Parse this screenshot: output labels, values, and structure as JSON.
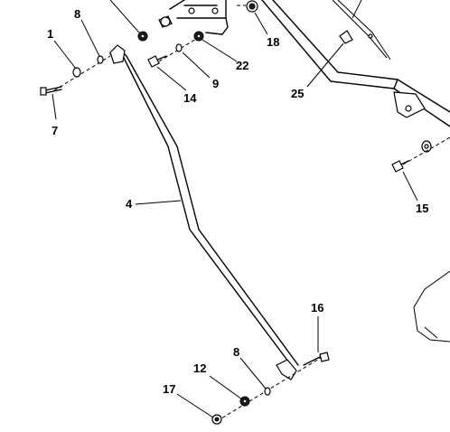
{
  "callouts": {
    "c1": "1",
    "c8a": "8",
    "c7": "7",
    "c14": "14",
    "c9": "9",
    "c22": "22",
    "c18": "18",
    "c25": "25",
    "c15": "15",
    "c4": "4",
    "c16": "16",
    "c8b": "8",
    "c12": "12",
    "c17": "17"
  }
}
